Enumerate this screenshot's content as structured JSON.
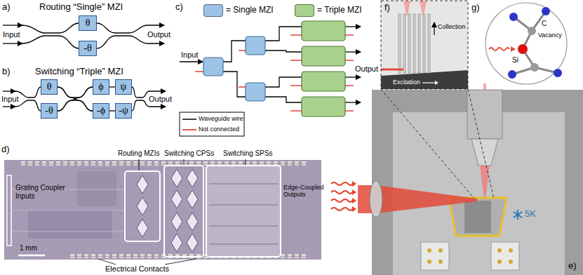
{
  "diagram": {
    "nodes": [
      {
        "text": [
          "θ"
        ]
      },
      {
        "text": [
          "-θ"
        ]
      },
      {
        "text": [
          "θ"
        ]
      },
      {
        "text": [
          "ϕ"
        ]
      },
      {
        "text": [
          "ψ"
        ]
      },
      {
        "text": [
          "-θ"
        ]
      },
      {
        "text": [
          "-ϕ"
        ]
      },
      {
        "text": [
          "-ψ"
        ]
      }
    ],
    "edges": [
      {
        "from": 2,
        "to": 3,
        "arrow": "none"
      },
      {
        "from": 2,
        "to": 6,
        "arrow": "none"
      },
      {
        "from": 5,
        "to": 3,
        "arrow": "none"
      },
      {
        "from": 5,
        "to": 6,
        "arrow": "none"
      },
      {
        "from": 3,
        "to": 4,
        "arrow": "none"
      },
      {
        "from": 6,
        "to": 7,
        "arrow": "none"
      }
    ],
    "labels": [
      "a)",
      "Routing “Single” MZI",
      "Input",
      "Output",
      "b)",
      "Switching “Triple” MZI",
      "Input",
      "Output",
      "c)",
      "Input",
      "Output",
      "d)",
      "Routing MZIs",
      "Switching CPSs",
      "Switching SPSs",
      "Grating Coupler Inputs",
      "Edge-Coupled Outputs",
      "1 mm",
      "Electrical Contacts",
      "e)",
      "5K",
      "f)",
      "Collection",
      "Excitation",
      "g)",
      "C",
      "Vacancy",
      "Si"
    ],
    "legend": [
      {
        "text": "= Single MZI",
        "color": "#9dc3e6"
      },
      {
        "text": "= Triple MZI",
        "color": "#a9d18e"
      },
      {
        "text": "Waveguide wire"
      },
      {
        "text": "Not connected"
      }
    ]
  }
}
